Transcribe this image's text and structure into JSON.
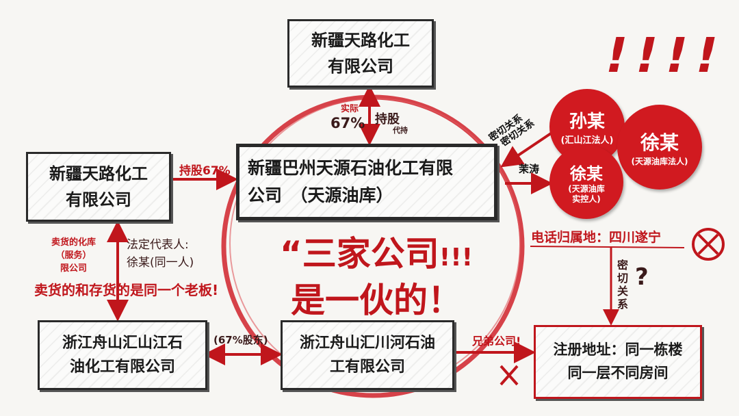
{
  "top_company": {
    "line1": "新疆天路化工",
    "line2": "有限公司"
  },
  "left_company": {
    "line1": "新疆天路化工",
    "line2": "有限公司"
  },
  "center_company": {
    "line1": "新疆巴州天源石油化工有限",
    "line2": "公司　（天源油库）"
  },
  "bottom_left_company": {
    "line1": "浙江舟山汇山江石",
    "line2": "油化工有限公司"
  },
  "bottom_center_company": {
    "line1": "浙江舟山汇川河石油",
    "line2": "工有限公司"
  },
  "address_box": {
    "line1": "注册地址：同一栋楼",
    "line2": "同一层不同房间"
  },
  "headline": {
    "line1": "“三家公司",
    "marks": "!!!",
    "line2": "是一伙的！"
  },
  "labels": {
    "top_left_small": "实际",
    "top_pct": "67%",
    "top_hold": "持股",
    "top_hold_small": "代持",
    "left_hold": "持股67%",
    "garbled_1": "卖货的化库",
    "garbled_2": "（服务）",
    "garbled_3": "限公司",
    "legal_rep_1": "法定代表人:",
    "legal_rep_2": "徐某(同一人)",
    "same_boss": "卖货的和存货的是同一个老板!",
    "shareholder": "(67%股东)",
    "brother": "兄弟公司!",
    "close_rel_a": "密切关系",
    "close_rel_b": "密切关系",
    "mao_tao": "茉涛",
    "phone": "电话归属地：四川遂宁",
    "close_rel_vertical": "密切关系",
    "question": "?",
    "exclaims": "!!!!"
  },
  "people": [
    {
      "name": "孙某",
      "role": "(汇山江法人)"
    },
    {
      "name": "徐某",
      "role": "(天源油库法人)"
    },
    {
      "name": "徐某",
      "role": "(天源油库\n实控人)"
    }
  ],
  "colors": {
    "accent": "#c0161c",
    "ink": "#2a2a2a"
  }
}
